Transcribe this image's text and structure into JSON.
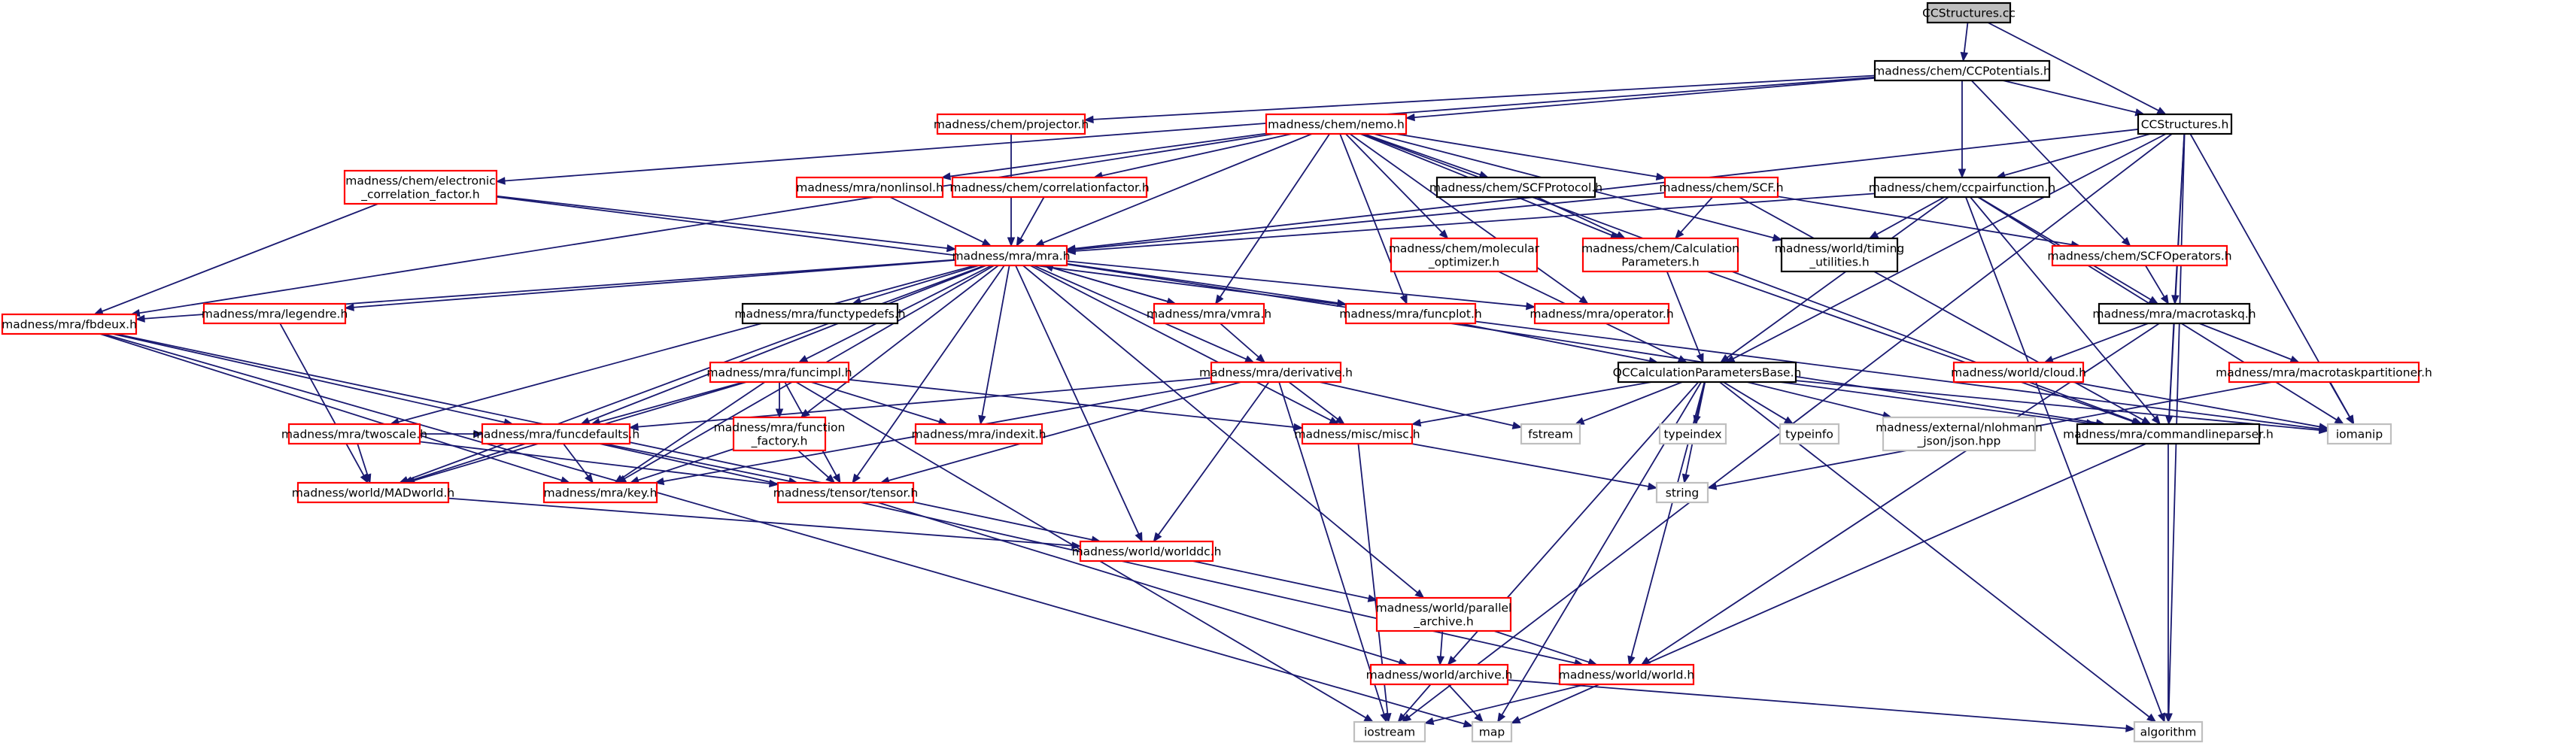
{
  "diagram": {
    "type": "include-dependency-graph",
    "colors": {
      "edge": "#191970",
      "documented_border": "#ff0000",
      "plain_border": "#000000",
      "external_border": "#bfbfbf",
      "root_fill": "#bfbfbf"
    },
    "nodes": [
      {
        "id": "n0",
        "label": [
          "CCStructures.cc"
        ],
        "kind": "root"
      },
      {
        "id": "n1",
        "label": [
          "madness/chem/CCPotentials.h"
        ],
        "kind": "plain"
      },
      {
        "id": "n2",
        "label": [
          "madness/chem/projector.h"
        ],
        "kind": "doc"
      },
      {
        "id": "n3",
        "label": [
          "madness/chem/nemo.h"
        ],
        "kind": "doc"
      },
      {
        "id": "n4",
        "label": [
          "CCStructures.h"
        ],
        "kind": "plain"
      },
      {
        "id": "n5",
        "label": [
          "madness/chem/electronic",
          "_correlation_factor.h"
        ],
        "kind": "doc"
      },
      {
        "id": "n6",
        "label": [
          "madness/mra/nonlinsol.h"
        ],
        "kind": "doc"
      },
      {
        "id": "n7",
        "label": [
          "madness/chem/correlationfactor.h"
        ],
        "kind": "doc"
      },
      {
        "id": "n8",
        "label": [
          "madness/chem/SCFProtocol.h"
        ],
        "kind": "plain"
      },
      {
        "id": "n9",
        "label": [
          "madness/chem/SCF.h"
        ],
        "kind": "doc"
      },
      {
        "id": "n10",
        "label": [
          "madness/chem/ccpairfunction.h"
        ],
        "kind": "plain"
      },
      {
        "id": "n11",
        "label": [
          "madness/mra/mra.h"
        ],
        "kind": "doc"
      },
      {
        "id": "n12",
        "label": [
          "madness/chem/molecular",
          "_optimizer.h"
        ],
        "kind": "doc"
      },
      {
        "id": "n13",
        "label": [
          "madness/chem/Calculation",
          "Parameters.h"
        ],
        "kind": "doc"
      },
      {
        "id": "n14",
        "label": [
          "madness/world/timing",
          "_utilities.h"
        ],
        "kind": "plain"
      },
      {
        "id": "n15",
        "label": [
          "madness/chem/SCFOperators.h"
        ],
        "kind": "doc"
      },
      {
        "id": "n16",
        "label": [
          "madness/mra/legendre.h"
        ],
        "kind": "doc"
      },
      {
        "id": "n17",
        "label": [
          "madness/mra/functypedefs.h"
        ],
        "kind": "plain"
      },
      {
        "id": "n18",
        "label": [
          "madness/mra/vmra.h"
        ],
        "kind": "doc"
      },
      {
        "id": "n19",
        "label": [
          "madness/mra/funcplot.h"
        ],
        "kind": "doc"
      },
      {
        "id": "n20",
        "label": [
          "madness/mra/operator.h"
        ],
        "kind": "doc"
      },
      {
        "id": "n21",
        "label": [
          "madness/mra/macrotaskq.h"
        ],
        "kind": "plain"
      },
      {
        "id": "n22",
        "label": [
          "madness/mra/fbdeux.h"
        ],
        "kind": "doc"
      },
      {
        "id": "n23",
        "label": [
          "madness/mra/funcimpl.h"
        ],
        "kind": "doc"
      },
      {
        "id": "n24",
        "label": [
          "madness/mra/derivative.h"
        ],
        "kind": "doc"
      },
      {
        "id": "n25",
        "label": [
          "QCCalculationParametersBase.h"
        ],
        "kind": "plain"
      },
      {
        "id": "n26",
        "label": [
          "madness/world/cloud.h"
        ],
        "kind": "doc"
      },
      {
        "id": "n27",
        "label": [
          "madness/mra/macrotaskpartitioner.h"
        ],
        "kind": "doc"
      },
      {
        "id": "n28",
        "label": [
          "madness/mra/twoscale.h"
        ],
        "kind": "doc"
      },
      {
        "id": "n29",
        "label": [
          "madness/mra/funcdefaults.h"
        ],
        "kind": "doc"
      },
      {
        "id": "n30",
        "label": [
          "madness/mra/function",
          "_factory.h"
        ],
        "kind": "doc"
      },
      {
        "id": "n31",
        "label": [
          "madness/mra/indexit.h"
        ],
        "kind": "doc"
      },
      {
        "id": "n32",
        "label": [
          "madness/misc/misc.h"
        ],
        "kind": "doc"
      },
      {
        "id": "n33",
        "label": [
          "fstream"
        ],
        "kind": "ext"
      },
      {
        "id": "n34",
        "label": [
          "typeindex"
        ],
        "kind": "ext"
      },
      {
        "id": "n35",
        "label": [
          "typeinfo"
        ],
        "kind": "ext"
      },
      {
        "id": "n36",
        "label": [
          "madness/external/nlohmann",
          "_json/json.hpp"
        ],
        "kind": "ext"
      },
      {
        "id": "n37",
        "label": [
          "madness/mra/commandlineparser.h"
        ],
        "kind": "plain"
      },
      {
        "id": "n38",
        "label": [
          "iomanip"
        ],
        "kind": "ext"
      },
      {
        "id": "n39",
        "label": [
          "madness/world/MADworld.h"
        ],
        "kind": "doc"
      },
      {
        "id": "n40",
        "label": [
          "madness/mra/key.h"
        ],
        "kind": "doc"
      },
      {
        "id": "n41",
        "label": [
          "madness/tensor/tensor.h"
        ],
        "kind": "doc"
      },
      {
        "id": "n42",
        "label": [
          "string"
        ],
        "kind": "ext"
      },
      {
        "id": "n43",
        "label": [
          "madness/world/worlddc.h"
        ],
        "kind": "doc"
      },
      {
        "id": "n44",
        "label": [
          "madness/world/parallel",
          "_archive.h"
        ],
        "kind": "doc"
      },
      {
        "id": "n45",
        "label": [
          "madness/world/archive.h"
        ],
        "kind": "doc"
      },
      {
        "id": "n46",
        "label": [
          "madness/world/world.h"
        ],
        "kind": "doc"
      },
      {
        "id": "n47",
        "label": [
          "iostream"
        ],
        "kind": "ext"
      },
      {
        "id": "n48",
        "label": [
          "map"
        ],
        "kind": "ext"
      },
      {
        "id": "n49",
        "label": [
          "algorithm"
        ],
        "kind": "ext"
      }
    ],
    "edges": [
      [
        "n0",
        "n1"
      ],
      [
        "n0",
        "n4"
      ],
      [
        "n1",
        "n2"
      ],
      [
        "n1",
        "n3"
      ],
      [
        "n1",
        "n4"
      ],
      [
        "n1",
        "n5"
      ],
      [
        "n1",
        "n10"
      ],
      [
        "n1",
        "n15"
      ],
      [
        "n2",
        "n11"
      ],
      [
        "n3",
        "n6"
      ],
      [
        "n3",
        "n7"
      ],
      [
        "n3",
        "n8"
      ],
      [
        "n3",
        "n9"
      ],
      [
        "n3",
        "n11"
      ],
      [
        "n3",
        "n12"
      ],
      [
        "n3",
        "n13"
      ],
      [
        "n3",
        "n14"
      ],
      [
        "n3",
        "n18"
      ],
      [
        "n3",
        "n19"
      ],
      [
        "n3",
        "n20"
      ],
      [
        "n3",
        "n22"
      ],
      [
        "n3",
        "n37"
      ],
      [
        "n4",
        "n10"
      ],
      [
        "n4",
        "n11"
      ],
      [
        "n4",
        "n21"
      ],
      [
        "n4",
        "n25"
      ],
      [
        "n4",
        "n37"
      ],
      [
        "n4",
        "n38"
      ],
      [
        "n4",
        "n47"
      ],
      [
        "n4",
        "n49"
      ],
      [
        "n5",
        "n11"
      ],
      [
        "n5",
        "n22"
      ],
      [
        "n5",
        "n38"
      ],
      [
        "n6",
        "n11"
      ],
      [
        "n7",
        "n11"
      ],
      [
        "n8",
        "n13"
      ],
      [
        "n9",
        "n11"
      ],
      [
        "n9",
        "n13"
      ],
      [
        "n9",
        "n15"
      ],
      [
        "n9",
        "n37"
      ],
      [
        "n10",
        "n11"
      ],
      [
        "n10",
        "n14"
      ],
      [
        "n10",
        "n21"
      ],
      [
        "n10",
        "n25"
      ],
      [
        "n10",
        "n37"
      ],
      [
        "n10",
        "n38"
      ],
      [
        "n10",
        "n49"
      ],
      [
        "n11",
        "n16"
      ],
      [
        "n11",
        "n17"
      ],
      [
        "n11",
        "n18"
      ],
      [
        "n11",
        "n19"
      ],
      [
        "n11",
        "n20"
      ],
      [
        "n11",
        "n22"
      ],
      [
        "n11",
        "n23"
      ],
      [
        "n11",
        "n24"
      ],
      [
        "n11",
        "n28"
      ],
      [
        "n11",
        "n29"
      ],
      [
        "n11",
        "n30"
      ],
      [
        "n11",
        "n31"
      ],
      [
        "n11",
        "n32"
      ],
      [
        "n11",
        "n39"
      ],
      [
        "n11",
        "n40"
      ],
      [
        "n11",
        "n41"
      ],
      [
        "n11",
        "n43"
      ],
      [
        "n11",
        "n44"
      ],
      [
        "n11",
        "n37"
      ],
      [
        "n12",
        "n25"
      ],
      [
        "n13",
        "n25"
      ],
      [
        "n13",
        "n37"
      ],
      [
        "n15",
        "n21"
      ],
      [
        "n16",
        "n39"
      ],
      [
        "n18",
        "n11"
      ],
      [
        "n18",
        "n24"
      ],
      [
        "n19",
        "n25"
      ],
      [
        "n21",
        "n26"
      ],
      [
        "n21",
        "n27"
      ],
      [
        "n21",
        "n37"
      ],
      [
        "n21",
        "n46"
      ],
      [
        "n22",
        "n29"
      ],
      [
        "n22",
        "n40"
      ],
      [
        "n22",
        "n43"
      ],
      [
        "n22",
        "n48"
      ],
      [
        "n23",
        "n29"
      ],
      [
        "n23",
        "n30"
      ],
      [
        "n23",
        "n31"
      ],
      [
        "n23",
        "n32"
      ],
      [
        "n23",
        "n39"
      ],
      [
        "n23",
        "n40"
      ],
      [
        "n23",
        "n41"
      ],
      [
        "n23",
        "n47"
      ],
      [
        "n24",
        "n29"
      ],
      [
        "n24",
        "n32"
      ],
      [
        "n24",
        "n33"
      ],
      [
        "n24",
        "n40"
      ],
      [
        "n24",
        "n41"
      ],
      [
        "n24",
        "n43"
      ],
      [
        "n24",
        "n47"
      ],
      [
        "n25",
        "n32"
      ],
      [
        "n25",
        "n33"
      ],
      [
        "n25",
        "n34"
      ],
      [
        "n25",
        "n35"
      ],
      [
        "n25",
        "n36"
      ],
      [
        "n25",
        "n37"
      ],
      [
        "n25",
        "n38"
      ],
      [
        "n25",
        "n42"
      ],
      [
        "n25",
        "n45"
      ],
      [
        "n25",
        "n46"
      ],
      [
        "n25",
        "n48"
      ],
      [
        "n25",
        "n49"
      ],
      [
        "n26",
        "n38"
      ],
      [
        "n27",
        "n38"
      ],
      [
        "n27",
        "n42"
      ],
      [
        "n28",
        "n29"
      ],
      [
        "n28",
        "n39"
      ],
      [
        "n28",
        "n41"
      ],
      [
        "n29",
        "n39"
      ],
      [
        "n29",
        "n40"
      ],
      [
        "n29",
        "n41"
      ],
      [
        "n29",
        "n46"
      ],
      [
        "n30",
        "n40"
      ],
      [
        "n30",
        "n41"
      ],
      [
        "n32",
        "n42"
      ],
      [
        "n32",
        "n47"
      ],
      [
        "n37",
        "n48"
      ],
      [
        "n37",
        "n49"
      ],
      [
        "n39",
        "n43"
      ],
      [
        "n41",
        "n45"
      ],
      [
        "n43",
        "n44"
      ],
      [
        "n44",
        "n45"
      ],
      [
        "n44",
        "n46"
      ],
      [
        "n45",
        "n47"
      ],
      [
        "n45",
        "n48"
      ],
      [
        "n45",
        "n49"
      ],
      [
        "n46",
        "n47"
      ]
    ]
  }
}
